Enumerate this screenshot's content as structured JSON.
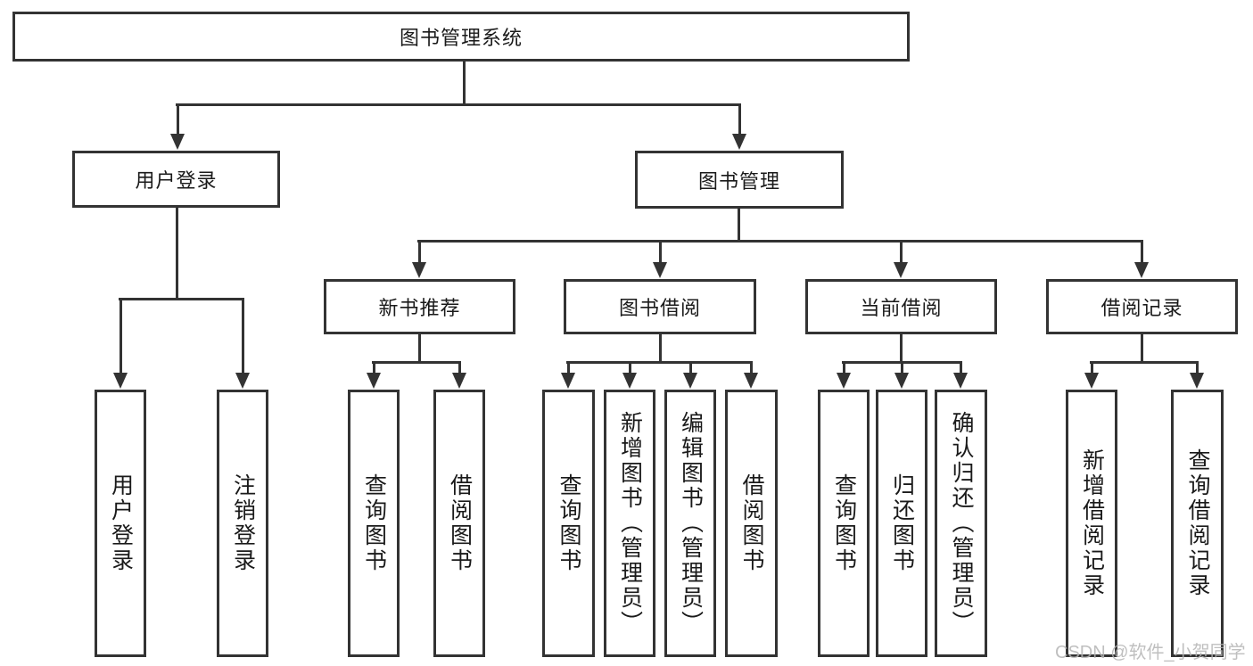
{
  "diagram": {
    "root": {
      "label": "图书管理系统",
      "children": [
        {
          "label": "用户登录",
          "children": [
            {
              "label": "用户登录"
            },
            {
              "label": "注销登录"
            }
          ]
        },
        {
          "label": "图书管理",
          "children": [
            {
              "label": "新书推荐",
              "children": [
                {
                  "label": "查询图书"
                },
                {
                  "label": "借阅图书"
                }
              ]
            },
            {
              "label": "图书借阅",
              "children": [
                {
                  "label": "查询图书"
                },
                {
                  "label": "新增图书（管理员）"
                },
                {
                  "label": "编辑图书（管理员）"
                },
                {
                  "label": "借阅图书"
                }
              ]
            },
            {
              "label": "当前借阅",
              "children": [
                {
                  "label": "查询图书"
                },
                {
                  "label": "归还图书"
                },
                {
                  "label": "确认归还（管理员）"
                }
              ]
            },
            {
              "label": "借阅记录",
              "children": [
                {
                  "label": "新增借阅记录"
                },
                {
                  "label": "查询借阅记录"
                }
              ]
            }
          ]
        }
      ]
    },
    "watermark": "CSDN @软件_小贺同学",
    "colors": {
      "line": "#333333",
      "text": "#1a1a1a",
      "background": "#ffffff",
      "watermark": "#b5b5b5"
    }
  }
}
